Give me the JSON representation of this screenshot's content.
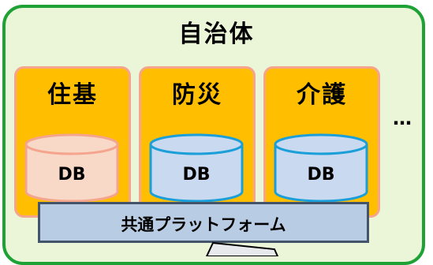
{
  "title": "自治体",
  "modules": [
    {
      "label": "住基",
      "db_label": "DB",
      "db_fill": "#f8d8c6",
      "db_stroke": "#f5a58d"
    },
    {
      "label": "防災",
      "db_label": "DB",
      "db_fill": "#c9d9ef",
      "db_stroke": "#1a9fd9"
    },
    {
      "label": "介護",
      "db_label": "DB",
      "db_fill": "#c9d9ef",
      "db_stroke": "#1a9fd9"
    }
  ],
  "more": "…",
  "platform": "共通プラットフォーム",
  "colors": {
    "frame_border": "#1ea236",
    "frame_fill": "#ebf6d8",
    "module_fill": "#ffbe00",
    "module_border": "#f5a58d",
    "platform_fill": "#b8cce4",
    "platform_border": "#44546a"
  }
}
